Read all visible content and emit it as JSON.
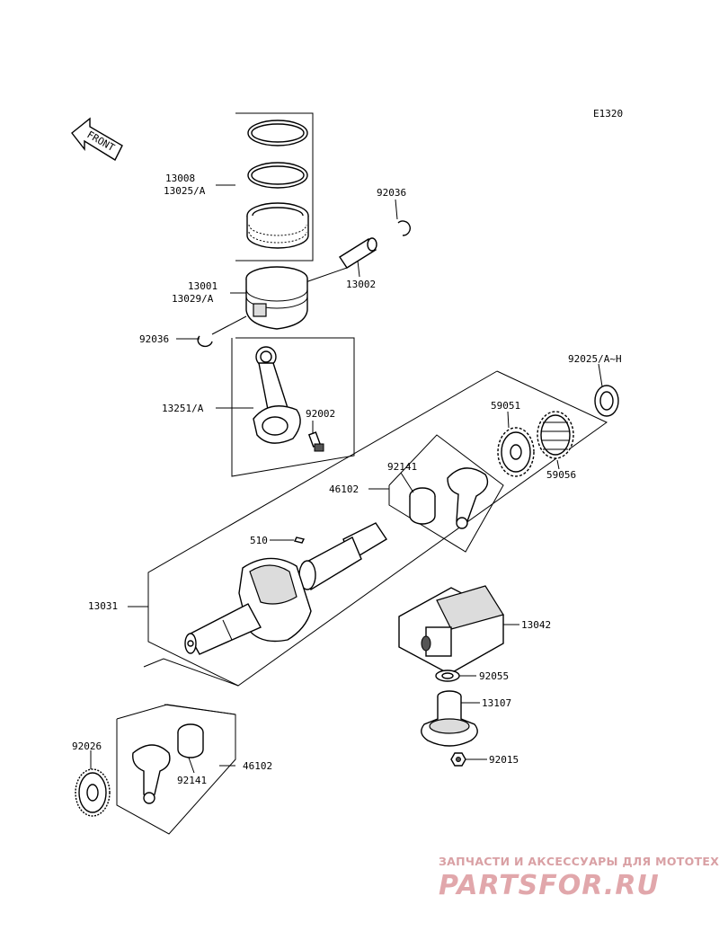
{
  "diagram_code": "E1320",
  "front_label": "FRONT",
  "parts": {
    "p13008": "13008",
    "p13025": "13025/A",
    "p92036_top": "92036",
    "p13001": "13001",
    "p13029": "13029/A",
    "p13002": "13002",
    "p92036_left": "92036",
    "p13251": "13251/A",
    "p92002": "92002",
    "p92025": "92025/A~H",
    "p59051": "59051",
    "p59056": "59056",
    "p92141_top": "92141",
    "p46102_top": "46102",
    "p510": "510",
    "p13031": "13031",
    "p13042": "13042",
    "p92055": "92055",
    "p13107": "13107",
    "p92015": "92015",
    "p92026": "92026",
    "p92141_bottom": "92141",
    "p46102_bottom": "46102"
  },
  "watermark": {
    "tagline": "ЗАПЧАСТИ И АКСЕССУАРЫ ДЛЯ МОТОТЕХНИКИ",
    "logo": "PARTSFOR.RU",
    "color": "#e1a7ab"
  }
}
